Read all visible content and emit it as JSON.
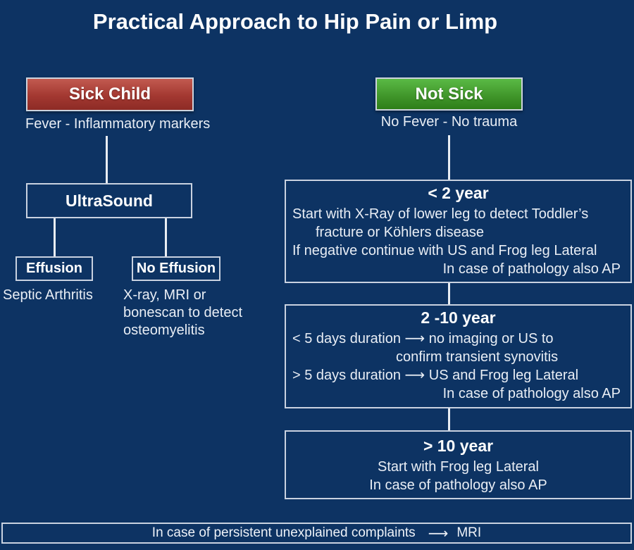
{
  "title": "Practical Approach to Hip Pain or Limp",
  "colors": {
    "background": "#0d3363",
    "box_border": "#c9d2e0",
    "sick_red_top": "#c25a50",
    "sick_red_bottom": "#8d2b25",
    "not_sick_green_top": "#5aba45",
    "not_sick_green_bottom": "#2e7e19",
    "text": "#eef2f8"
  },
  "sick_branch": {
    "label": "Sick Child",
    "subtitle": "Fever - Inflammatory markers",
    "ultrasound_label": "UltraSound",
    "effusion": {
      "label": "Effusion",
      "result": "Septic Arthritis"
    },
    "no_effusion": {
      "label": "No Effusion",
      "result_lines": [
        "X-ray, MRI or",
        "bonescan to detect",
        "osteomyelitis"
      ]
    }
  },
  "not_sick_branch": {
    "label": "Not Sick",
    "subtitle": "No Fever - No trauma",
    "age_boxes": [
      {
        "header": "< 2 year",
        "lines": [
          "Start with X-Ray of lower leg to detect Toddler’s",
          "fracture or Köhlers disease",
          "If negative continue with US and Frog leg Lateral",
          "In case of pathology also AP"
        ]
      },
      {
        "header": "2 -10 year",
        "lines": [
          "< 5 days duration ⟶ no imaging or US to",
          "confirm transient synovitis",
          "> 5 days duration ⟶ US and Frog leg Lateral",
          "In case of pathology also AP"
        ]
      },
      {
        "header": "> 10 year",
        "lines": [
          "Start with Frog leg Lateral",
          "In case of pathology also AP"
        ]
      }
    ]
  },
  "footer": {
    "text": "In case of persistent unexplained complaints",
    "arrow_icon": "⟶",
    "result": "MRI"
  }
}
